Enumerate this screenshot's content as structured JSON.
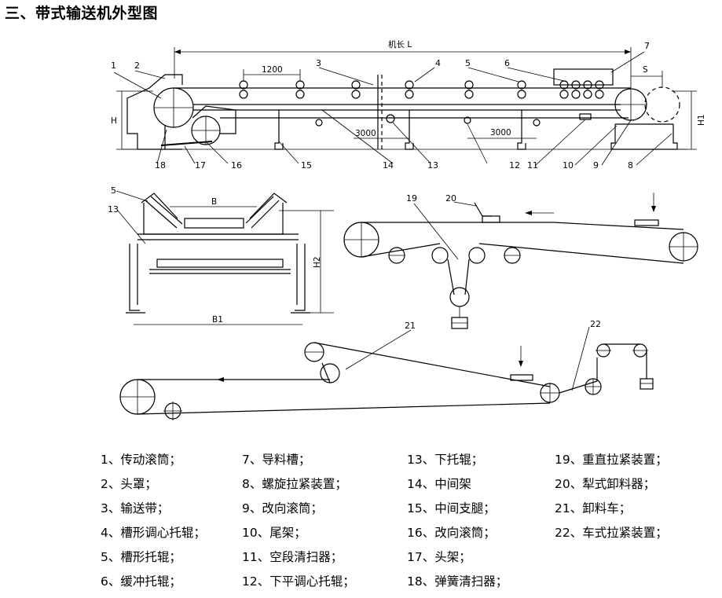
{
  "title": "三、带式输送机外型图",
  "diagram": {
    "dims": {
      "machine_length": "机长 L",
      "spacing_1200": "1200",
      "spacing_3000_a": "3000",
      "spacing_3000_b": "3000",
      "s": "S",
      "h": "H",
      "h1": "H1",
      "h2": "H2",
      "b": "B",
      "b1": "B1"
    },
    "callouts": {
      "c1": "1",
      "c2": "2",
      "c3": "3",
      "c4": "4",
      "c5": "5",
      "c6": "6",
      "c7": "7",
      "c8": "8",
      "c9": "9",
      "c10": "10",
      "c11": "11",
      "c12": "12",
      "c13": "13",
      "c14": "14",
      "c15": "15",
      "c16": "16",
      "c17": "17",
      "c18": "18",
      "s5": "5",
      "s13": "13",
      "c19": "19",
      "c20": "20",
      "c21": "21",
      "c22": "22"
    }
  },
  "legend": [
    [
      "1、传动滚筒；",
      "2、头罩；",
      "3、输送带；",
      "4、槽形调心托辊；",
      "5、槽形托辊；",
      "6、缓冲托辊；"
    ],
    [
      "7、导料槽；",
      "8、螺旋拉紧装置；",
      "9、改向滚筒；",
      "10、尾架；",
      "11、空段清扫器；",
      "12、下平调心托辊；"
    ],
    [
      "13、下托辊；",
      "14、中间架",
      "15、中间支腿；",
      "16、改向滚筒；",
      "17、头架；",
      "18、弹簧清扫器；"
    ],
    [
      "19、重直拉紧装置；",
      "20、犁式卸料器；",
      "21、卸料车；",
      "22、车式拉紧装置；"
    ]
  ]
}
